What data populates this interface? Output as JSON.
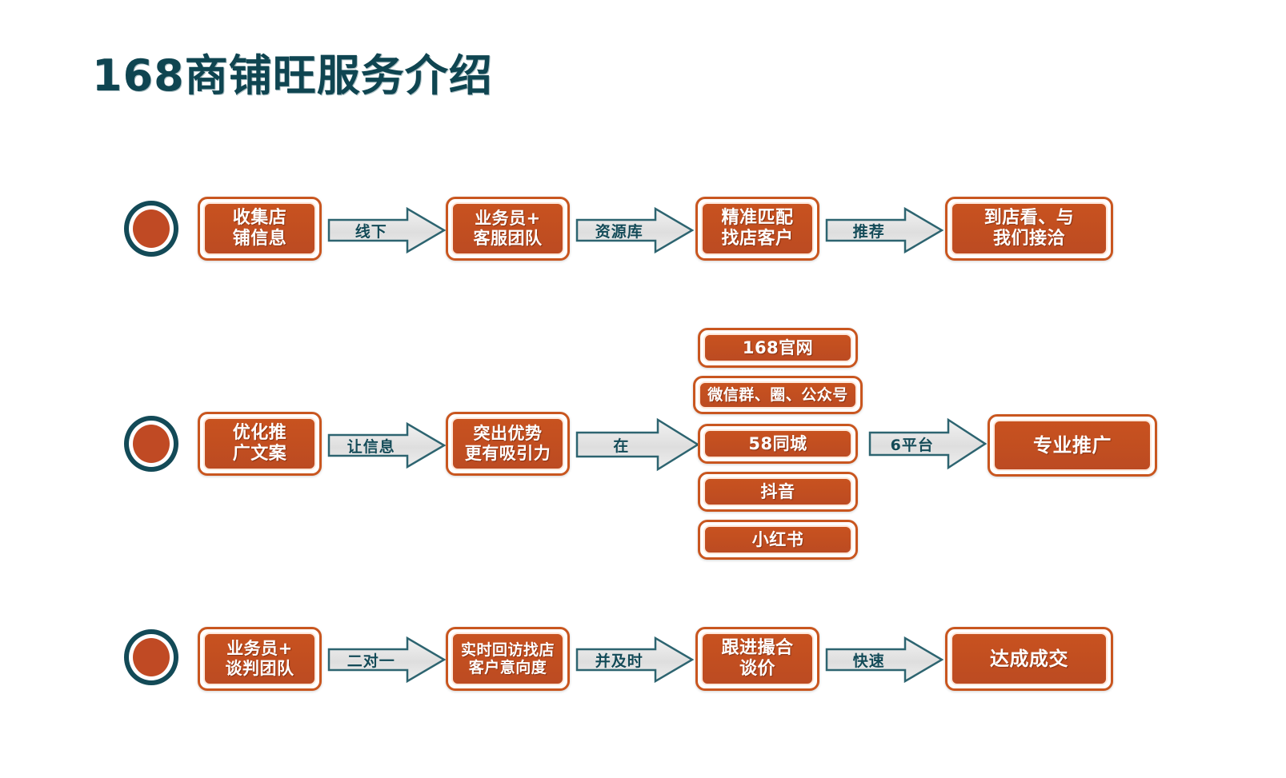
{
  "slide": {
    "title": "168商铺旺服务介绍",
    "background_color": "#ffffff",
    "title_color": "#0f4551",
    "box_fill_color": "#c8521f",
    "box_border_color": "#c9561f",
    "bullet_ring_color": "#134a57",
    "bullet_fill_color": "#c04a24",
    "arrow_fill_color": "#e3e3e3",
    "arrow_outline_color": "#2d6470"
  },
  "rows": [
    {
      "id": "row-1",
      "bullet": "row-1-bullet",
      "steps": [
        {
          "label": "收集店\n铺信息"
        },
        {
          "label": "业务员+\n客服团队"
        },
        {
          "label": "精准匹配\n找店客户"
        },
        {
          "label": "到店看、与\n我们接洽"
        }
      ],
      "arrows": [
        {
          "label": "线下"
        },
        {
          "label": "资源库"
        },
        {
          "label": "推荐"
        }
      ]
    },
    {
      "id": "row-2",
      "bullet": "row-2-bullet",
      "steps": [
        {
          "label": "优化推\n广文案"
        },
        {
          "label": "突出优势\n更有吸引力"
        },
        {
          "label": "专业推广"
        }
      ],
      "arrows": [
        {
          "label": "让信息"
        },
        {
          "label": "在"
        },
        {
          "label": "6平台"
        }
      ],
      "platforms": [
        {
          "label": "168官网"
        },
        {
          "label": "微信群、圈、公众号"
        },
        {
          "label": "58同城"
        },
        {
          "label": "抖音"
        },
        {
          "label": "小红书"
        }
      ]
    },
    {
      "id": "row-3",
      "bullet": "row-3-bullet",
      "steps": [
        {
          "label": "业务员+\n谈判团队"
        },
        {
          "label": "实时回访找店\n客户意向度"
        },
        {
          "label": "跟进撮合\n谈价"
        },
        {
          "label": "达成成交"
        }
      ],
      "arrows": [
        {
          "label": "二对一"
        },
        {
          "label": "并及时"
        },
        {
          "label": "快速"
        }
      ]
    }
  ]
}
